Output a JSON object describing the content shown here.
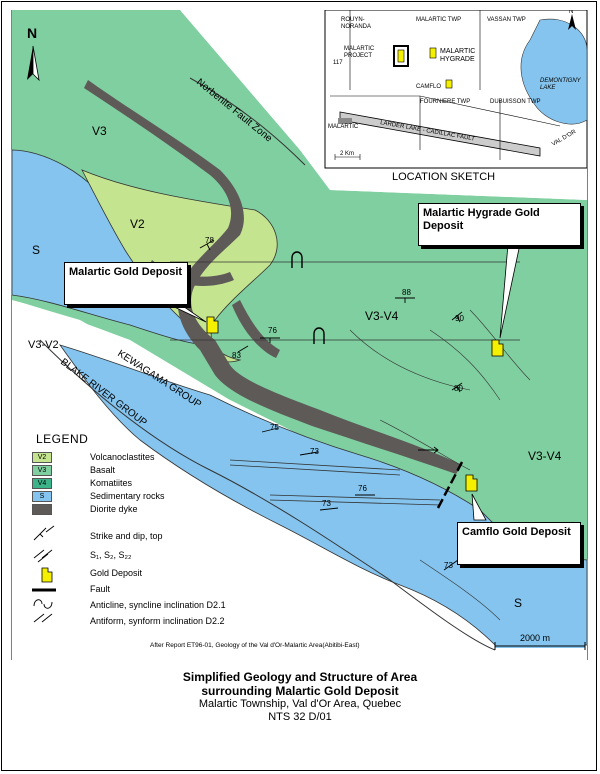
{
  "colors": {
    "volcanoclastites": "#c5e48f",
    "basalt": "#7fcfa0",
    "komatiites": "#3cb389",
    "sedimentary": "#84c4ee",
    "diorite": "#5e5a57",
    "deposit": "#f5f000"
  },
  "north_arrow": {
    "letter": "N"
  },
  "inset": {
    "title": "LOCATION SKETCH",
    "labels": {
      "rouyn": "ROUYN-\nNORANDA",
      "malartic_twp": "MALARTIC TWP",
      "vassan_twp": "VASSAN TWP",
      "malartic_project": "MALARTIC\nPROJECT",
      "route": "117",
      "malartic_hygrade": "MALARTIC\nHYGRADE",
      "camflo": "CAMFLO",
      "demontigny": "DEMONTIGNY\nLAKE",
      "fourniere": "FOURNIERE TWP",
      "dubuisson": "DUBUISSON TWP",
      "malartic_town": "MALARTIC",
      "fault": "LARDER LAKE - CADILLAC FAULT",
      "valdor": "VAL D'OR",
      "scale": "2 Km",
      "north": "N"
    }
  },
  "map_labels": {
    "norbenite": "Norbenite Fault Zone",
    "kewagama": "KEWAGAMA GROUP",
    "blake": "BLAKE RIVER GROUP",
    "units": [
      "V3",
      "V2",
      "S",
      "V3-V2",
      "V3-V4",
      "V3-V4",
      "S"
    ],
    "dips": [
      "78",
      "88",
      "90",
      "76",
      "83",
      "80",
      "75",
      "73",
      "76",
      "73",
      "73"
    ]
  },
  "callouts": {
    "malartic_hygrade": "Malartic Hygrade Gold Deposit",
    "malartic_gold": "Malartic Gold Deposit",
    "camflo": "Camflo Gold Deposit"
  },
  "legend": {
    "title": "LEGEND",
    "units": [
      {
        "code": "V2",
        "label": "Volcanoclastites"
      },
      {
        "code": "V3",
        "label": "Basalt"
      },
      {
        "code": "V4",
        "label": "Komatiites"
      },
      {
        "code": "S",
        "label": "Sedimentary rocks"
      },
      {
        "code": "",
        "label": "Diorite dyke"
      }
    ],
    "symbols": {
      "strike_dip": "Strike and dip, top",
      "schistosity": "S₁, S₂, S₂₂",
      "gold_deposit": "Gold Deposit",
      "fault": "Fault",
      "anticline": "Anticline, syncline inclination D2.1",
      "antiform": "Antiform, synform inclination D2.2"
    }
  },
  "scale_bar": "2000 m",
  "credit": "After Report ET96-01, Geology of the Val d'Or-Malartic Area(Abitibi-East)",
  "caption": {
    "title_line1": "Simplified Geology and Structure of Area",
    "title_line2": "surrounding Malartic Gold Deposit",
    "sub_line1": "Malartic Township, Val d'Or Area, Quebec",
    "sub_line2": "NTS 32 D/01"
  }
}
